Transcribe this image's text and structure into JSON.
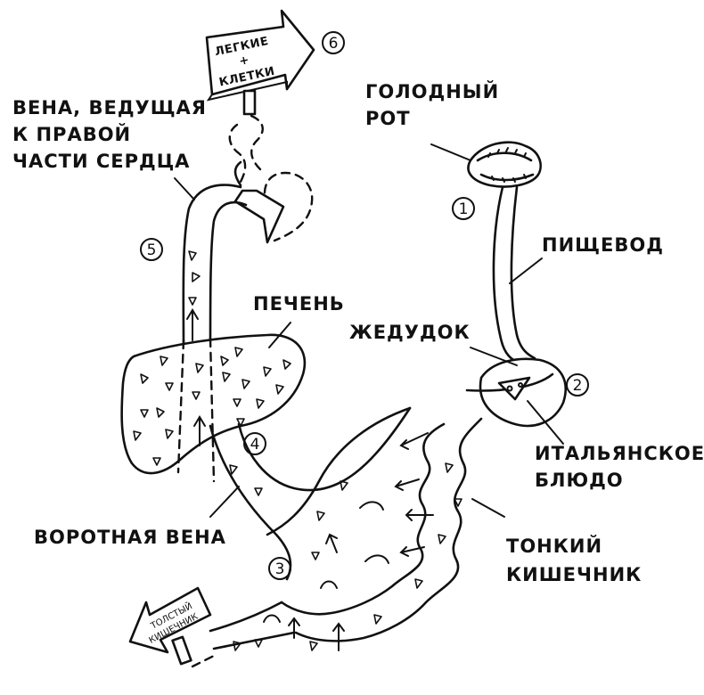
{
  "labels": {
    "hungry_mouth": [
      "ГОЛОДНЫЙ",
      "РОТ"
    ],
    "esophagus": "ПИЩЕВОД",
    "stomach": "ЖЕДУДОК",
    "italian_dish": [
      "ИТАЛЬЯНСКОЕ",
      "БЛЮДО"
    ],
    "small_intestine": [
      "ТОНКИЙ",
      "КИШЕЧНИК"
    ],
    "portal_vein": "ВОРОТНАЯ ВЕНА",
    "liver": "ПЕЧЕНЬ",
    "vein_to_heart": [
      "ВЕНА, ВЕДУЩАЯ",
      "К ПРАВОЙ",
      "ЧАСТИ СЕРДЦА"
    ]
  },
  "signs": {
    "lungs_cells": [
      "ЛЕГКИЕ",
      "+",
      "КЛЕТКИ"
    ],
    "large_intestine": [
      "ТОЛСТЫЙ",
      "КИШЕЧНИК"
    ]
  },
  "steps": [
    "1",
    "2",
    "3",
    "4",
    "5",
    "6"
  ]
}
